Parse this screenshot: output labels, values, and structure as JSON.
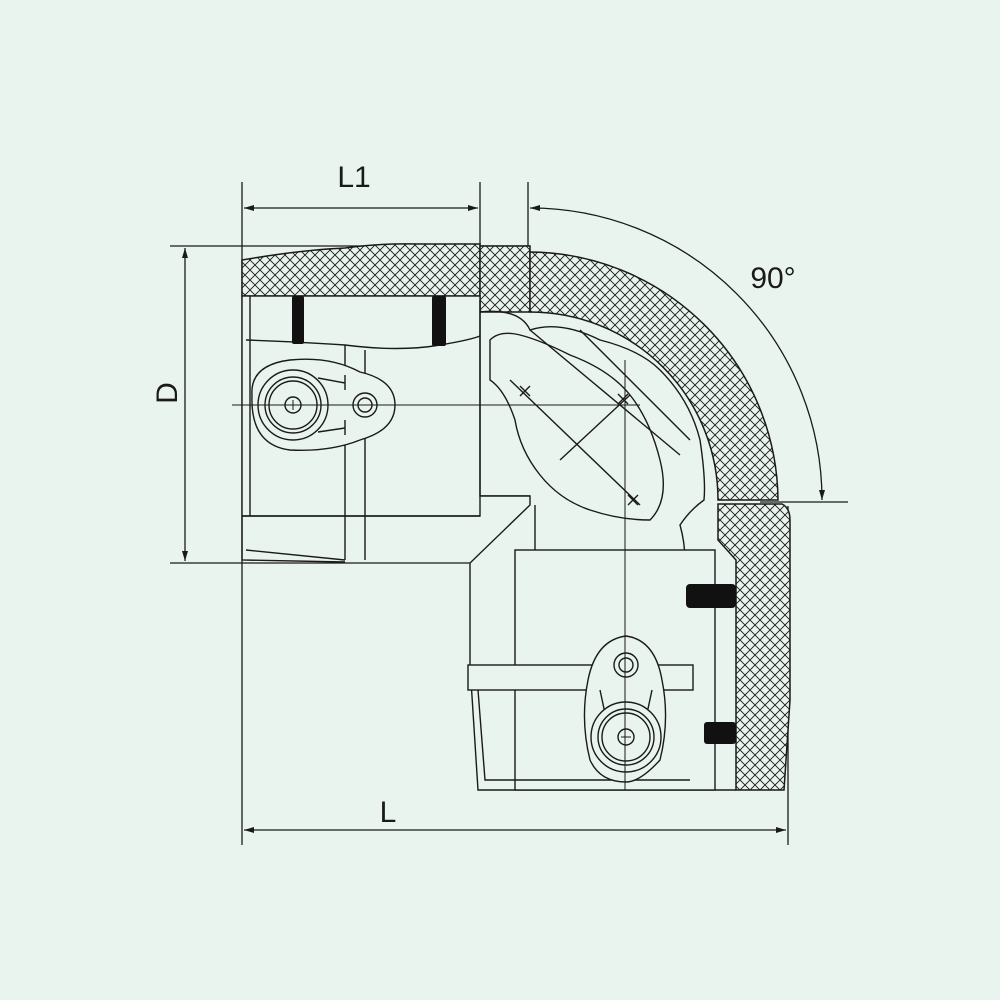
{
  "dimensions": {
    "l1": "L1",
    "d": "D",
    "l": "L",
    "angle": "90°"
  },
  "colors": {
    "background": "#eaf4ee",
    "line": "#1a1a1a",
    "body_fill": "#eaf4ee",
    "seal": "#111111"
  },
  "components": [
    "electrofusion-elbow-body",
    "crosshatched-pipe-wall",
    "heating-wire-seal",
    "terminal-connector",
    "fusion-indicator"
  ]
}
